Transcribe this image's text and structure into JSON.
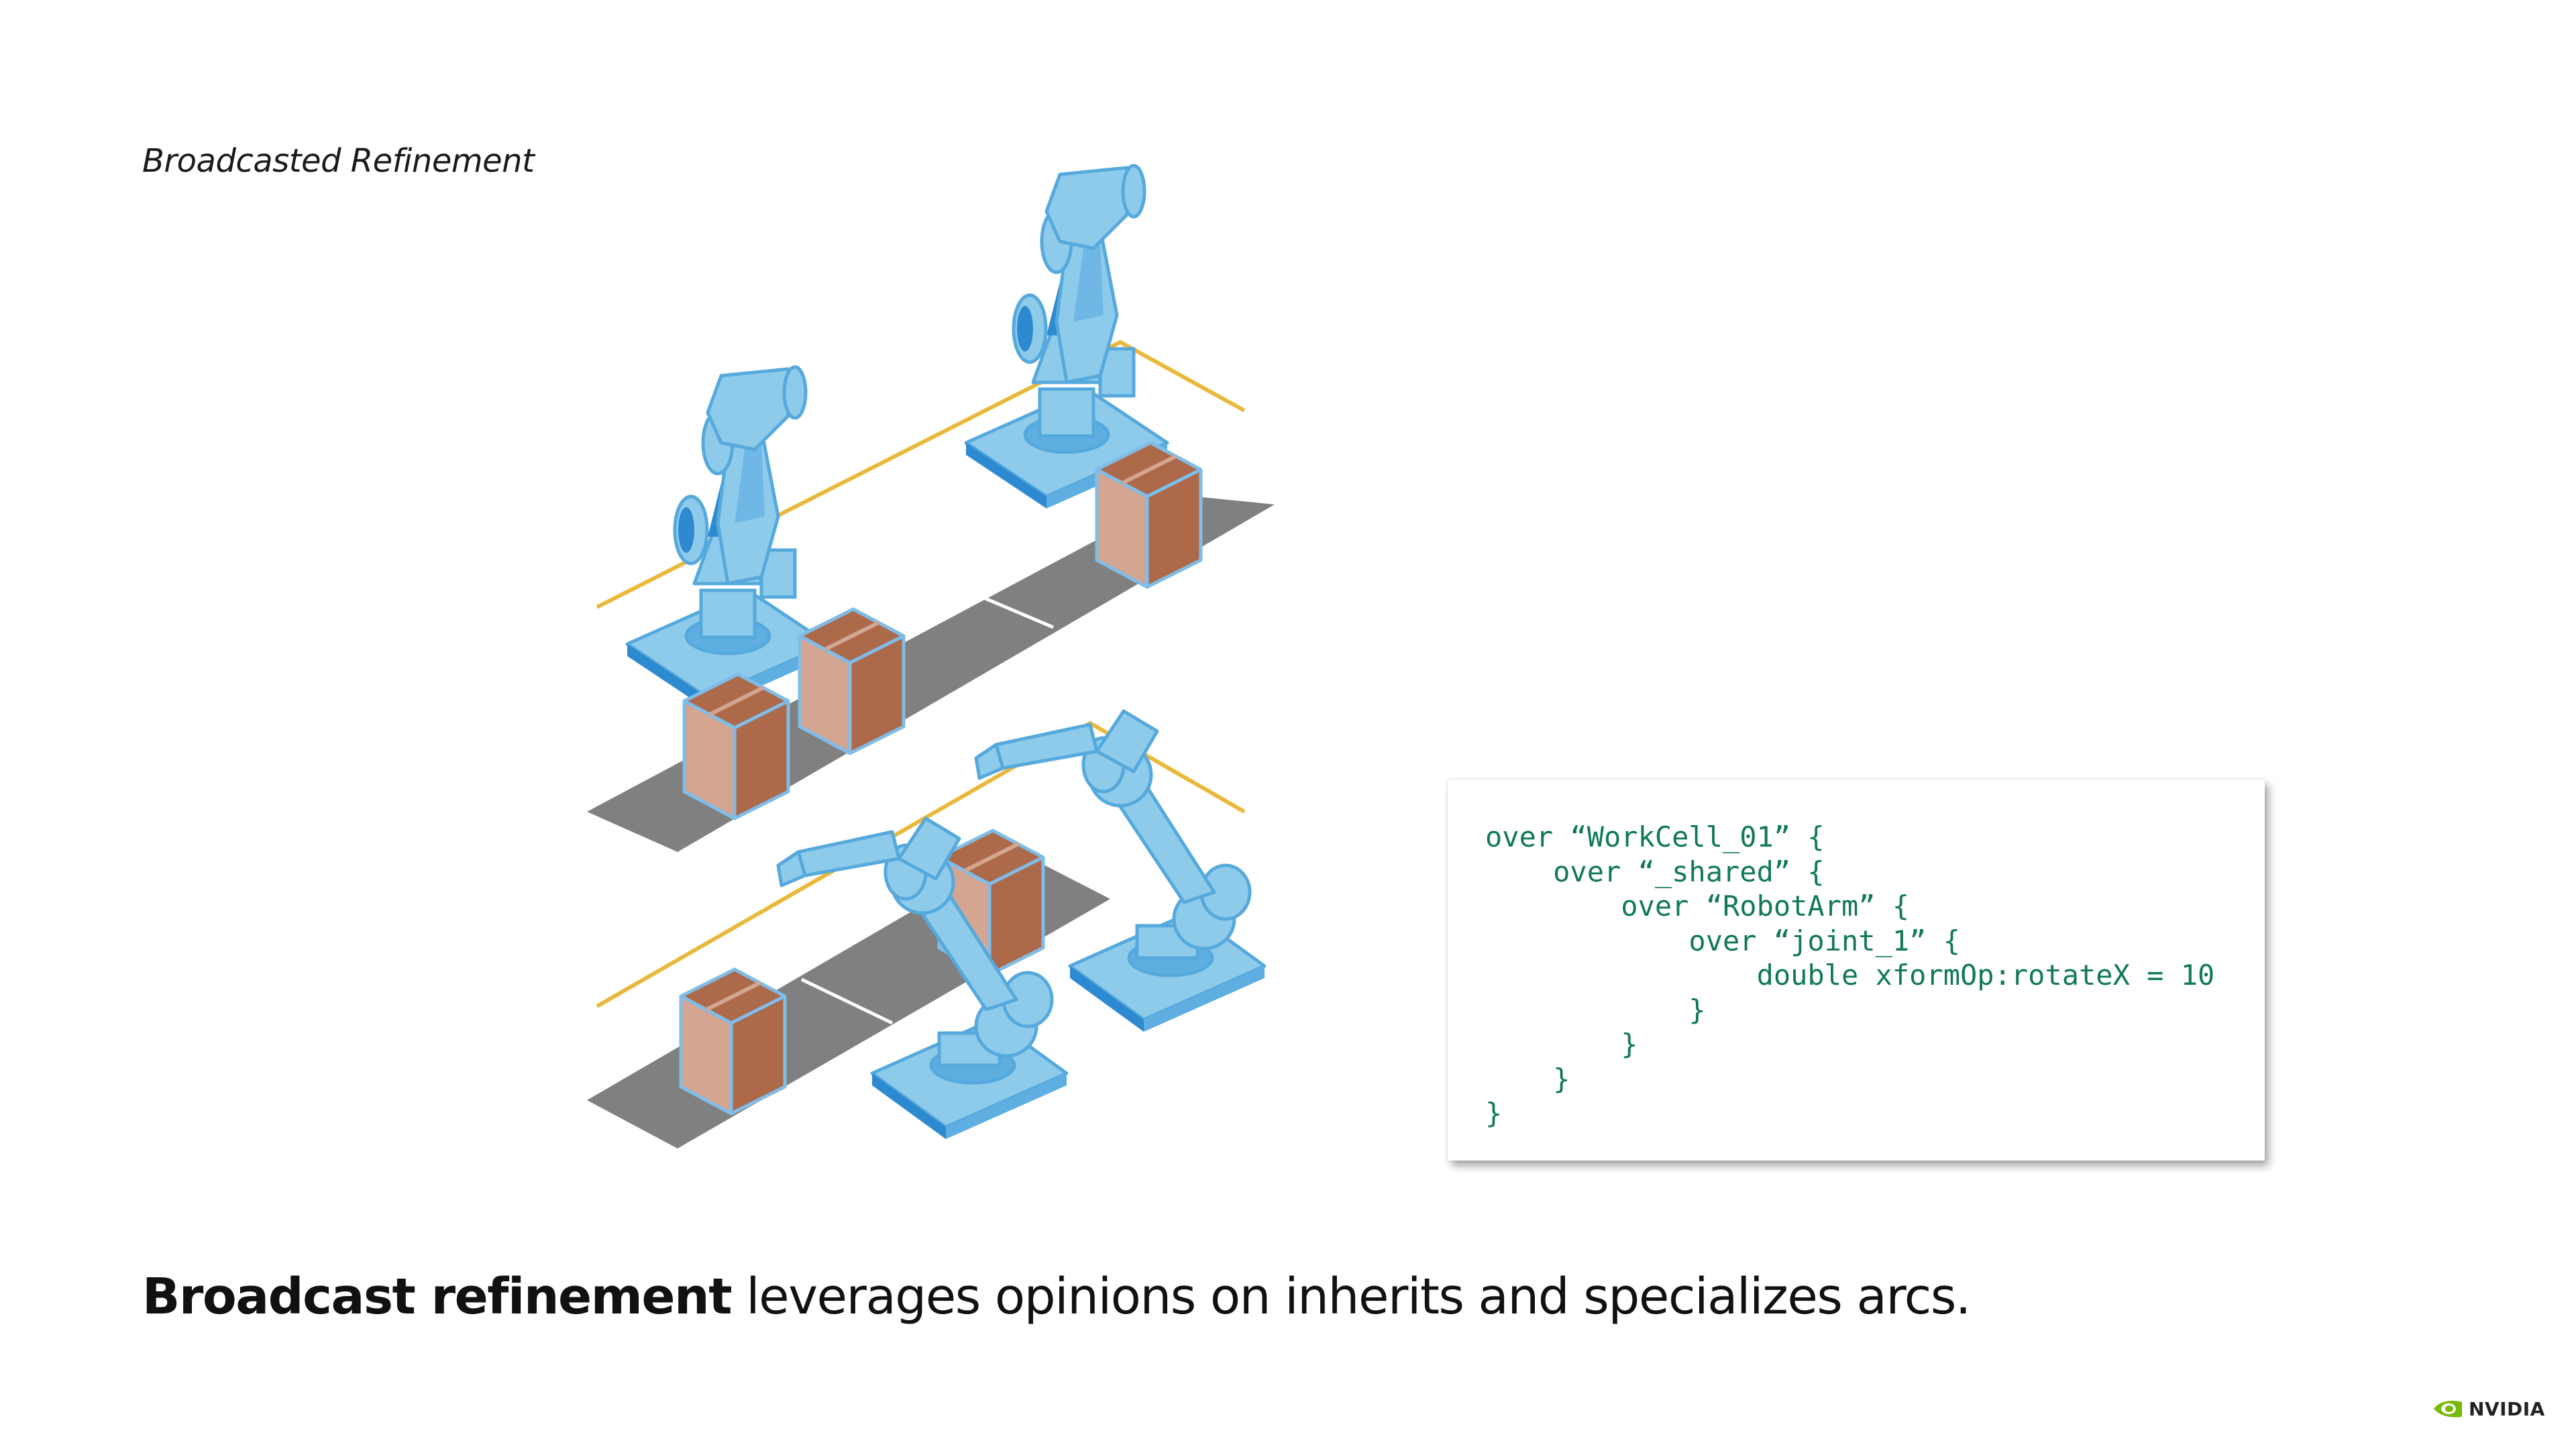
{
  "slide_title": "Broadcasted Refinement",
  "code_lines": [
    "over “WorkCell_01” {",
    "    over “_shared” {",
    "        over “RobotArm” {",
    "            over “joint_1” {",
    "                double xformOp:rotateX = 10",
    "            }",
    "        }",
    "    }",
    "}"
  ],
  "caption": {
    "bold": "Broadcast refinement",
    "rest": " leverages opinions on inherits and specializes arcs."
  },
  "logo": {
    "word": "NVIDIA"
  },
  "colors": {
    "robot_fill": "#8ecbeb",
    "robot_edge": "#56a9dc",
    "robot_dark": "#2e8ad0",
    "belt": "#808080",
    "box_light": "#d4a590",
    "box_dark": "#ad6a4b",
    "fence": "#e8b93c",
    "code_text": "#117a55",
    "nvidia_green": "#76b900"
  }
}
